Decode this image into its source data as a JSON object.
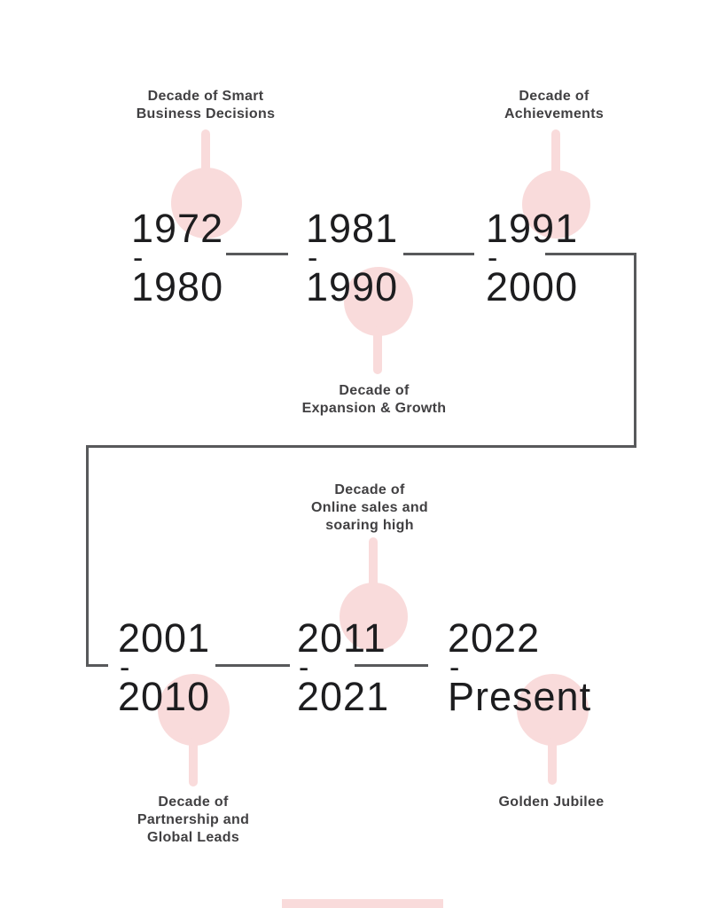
{
  "colors": {
    "accent_pink": "#f9dbdb",
    "line_gray": "#58595b",
    "year_text": "#1d1d1f",
    "label_text": "#414042",
    "background": "#ffffff"
  },
  "separator": "-",
  "periods": [
    {
      "start": "1972",
      "end": "1980",
      "label_position": "above",
      "label": "Decade of Smart Business Decisions",
      "label_lines": [
        "Decade of Smart",
        "Business Decisions"
      ]
    },
    {
      "start": "1981",
      "end": "1990",
      "label_position": "below",
      "label": "Decade of Expansion & Growth",
      "label_lines": [
        "Decade of",
        "Expansion & Growth"
      ]
    },
    {
      "start": "1991",
      "end": "2000",
      "label_position": "above",
      "label": "Decade of Achievements",
      "label_lines": [
        "Decade of",
        "Achievements"
      ]
    },
    {
      "start": "2001",
      "end": "2010",
      "label_position": "below",
      "label": "Decade of Partnership and Global Leads",
      "label_lines": [
        "Decade of",
        "Partnership and",
        "Global Leads"
      ]
    },
    {
      "start": "2011",
      "end": "2021",
      "label_position": "above",
      "label": "Decade of Online sales and soaring high",
      "label_lines": [
        "Decade of",
        "Online sales and",
        "soaring high"
      ]
    },
    {
      "start": "2022",
      "end": "Present",
      "label_position": "below",
      "label": "Golden Jubilee",
      "label_lines": [
        "Golden Jubilee"
      ]
    }
  ]
}
